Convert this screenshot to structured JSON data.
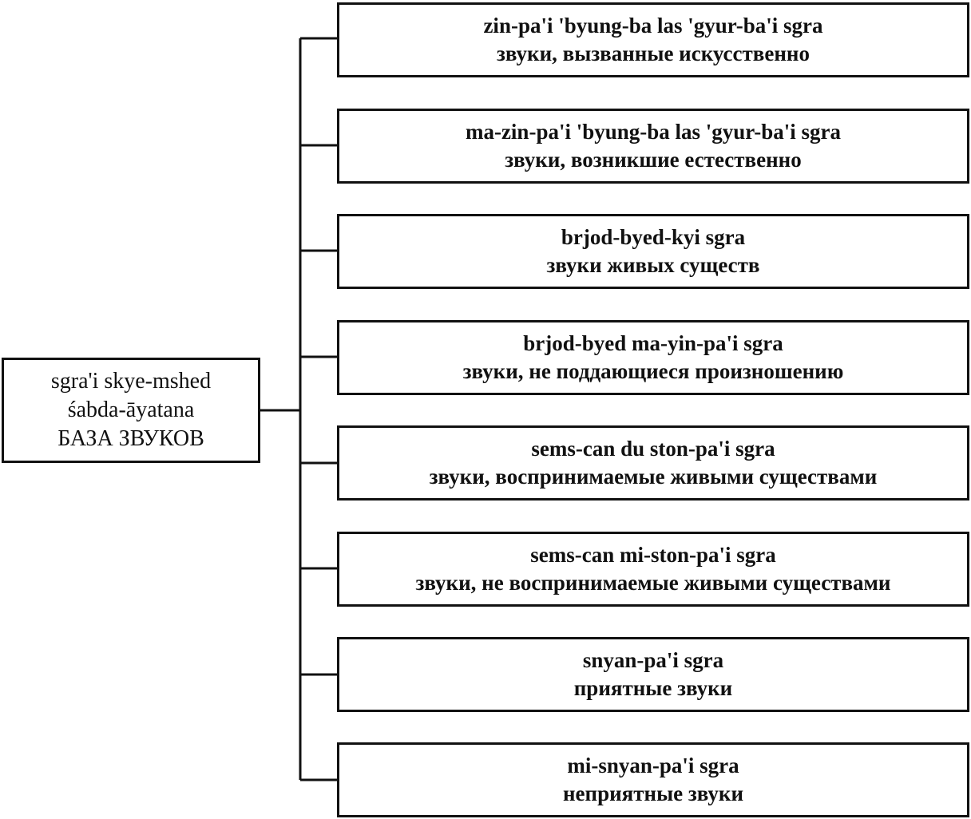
{
  "root": {
    "tibetan": "sgra'i  skye-mshed",
    "sanskrit": "śabda-āyatana",
    "title": "БАЗА ЗВУКОВ"
  },
  "children": [
    {
      "tibetan": "zin-pa'i 'byung-ba las 'gyur-ba'i sgra",
      "russian": "звуки, вызванные искусственно"
    },
    {
      "tibetan": "ma-zin-pa'i 'byung-ba las 'gyur-ba'i sgra",
      "russian": "звуки, возникшие естественно"
    },
    {
      "tibetan": "brjod-byed-kyi sgra",
      "russian": "звуки живых существ"
    },
    {
      "tibetan": "brjod-byed ma-yin-pa'i sgra",
      "russian": "звуки, не поддающиеся произношению"
    },
    {
      "tibetan": "sems-can du ston-pa'i sgra",
      "russian": "звуки, воспринимаемые живыми существами"
    },
    {
      "tibetan": "sems-can mi-ston-pa'i sgra",
      "russian": "звуки, не воспринимаемые живыми существами"
    },
    {
      "tibetan": "snyan-pa'i sgra",
      "russian": "приятные звуки"
    },
    {
      "tibetan": "mi-snyan-pa'i sgra",
      "russian": "неприятные звуки"
    }
  ]
}
